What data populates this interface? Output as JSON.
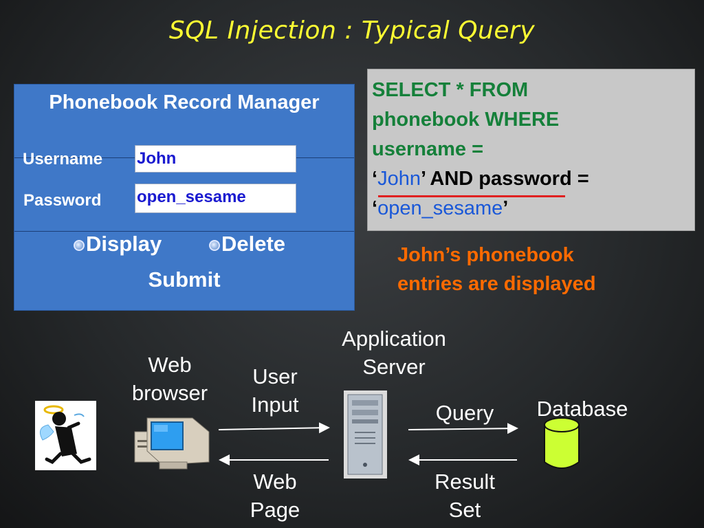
{
  "slide": {
    "title": "SQL Injection : Typical Query"
  },
  "form": {
    "title": "Phonebook Record Manager",
    "username_label": "Username",
    "username_value": "John",
    "password_label": "Password",
    "password_value": "open_sesame",
    "option_display": "Display",
    "option_delete": "Delete",
    "submit_label": "Submit"
  },
  "sql": {
    "line1": "SELECT * FROM",
    "line2": "phonebook WHERE",
    "line3": "username =",
    "quote_open": "‘",
    "john": "John",
    "quote_close": "’",
    "and_password": " AND password =",
    "open_sesame": "open_sesame"
  },
  "result": {
    "line1": "John’s phonebook",
    "line2": "entries are displayed"
  },
  "diagram": {
    "web_browser_line1": "Web",
    "web_browser_line2": "browser",
    "user_input_line1": "User",
    "user_input_line2": "Input",
    "web_page_line1": "Web",
    "web_page_line2": "Page",
    "app_server_line1": "Application",
    "app_server_line2": "Server",
    "query": "Query",
    "result_set_line1": "Result",
    "result_set_line2": "Set",
    "database": "Database"
  },
  "colors": {
    "title": "#ffff33",
    "form_bg": "#3f78c8",
    "sql_bg": "#c8c8c8",
    "sql_green": "#15803a",
    "sql_blue": "#1a58d8",
    "result_orange": "#ff6a00",
    "database_fill": "#ccff33",
    "underline_red": "#e02020"
  }
}
